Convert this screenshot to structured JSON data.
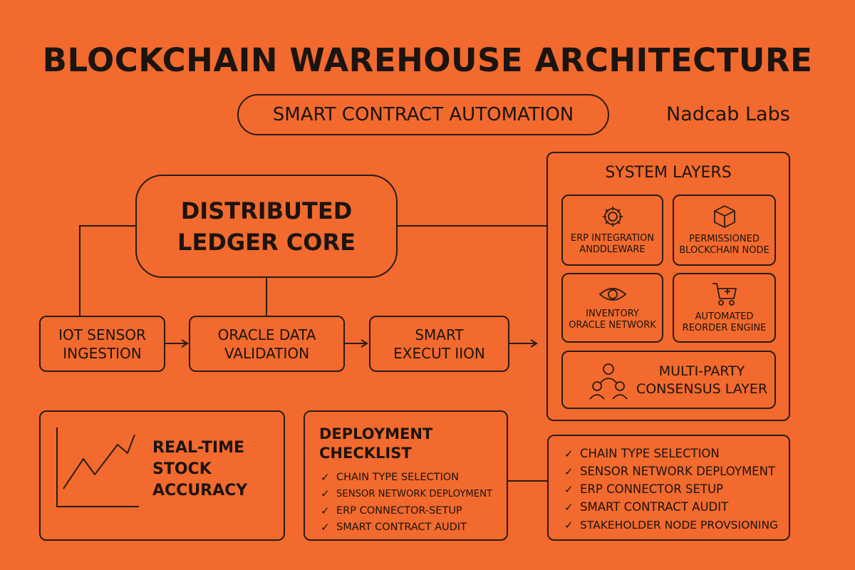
{
  "title": "BLOCKCHAIN WAREHOUSE ARCHITECTURE",
  "subtitle": "SMART CONTRACT AUTOMATION",
  "brand": "Nadcab Labs",
  "core": {
    "line1": "DISTRIBUTED",
    "line2": "LEDGER CORE"
  },
  "flow": [
    {
      "line1": "IOT SENSOR",
      "line2": "INGESTION"
    },
    {
      "line1": "ORACLE DATA",
      "line2": "VALIDATION"
    },
    {
      "line1": "SMART",
      "line2": "EXECUT IION"
    }
  ],
  "system_layers": {
    "title": "SYSTEM LAYERS",
    "cards": [
      {
        "icon": "gear-icon",
        "line1": "ERP INTEGRATION",
        "line2": "ANDDLEWARE"
      },
      {
        "icon": "cube-icon",
        "line1": "PERMISSIONED",
        "line2": "BLOCKCHAIN NODE"
      },
      {
        "icon": "eye-icon",
        "line1": "INVENTORY",
        "line2": "ORACLE NETWORK"
      },
      {
        "icon": "cart-icon",
        "line1": "AUTOMATED",
        "line2": "REORDER ENGINE"
      }
    ],
    "multi": {
      "icon": "people-icon",
      "line1": "MULTI-PARTY",
      "line2": "CONSENSUS LAYER"
    }
  },
  "stock": {
    "line1": "REAL-TIME",
    "line2": "STOCK",
    "line3": "ACCURACY"
  },
  "checklist": {
    "title_line1": "DEPLOYMENT",
    "title_line2": "CHECKLIST",
    "items": [
      "CHAIN TYPE SELECTION",
      "SENSOR NETWORK DEPLOYMENT",
      "ERP CONNECTOR-SETUP",
      "SMART CONTRACT AUDIT"
    ]
  },
  "checklist2": {
    "items": [
      "CHAIN TYPE SELECTION",
      "SENSOR NETWORK DEPLOYMENT",
      "ERP CONNECTOR SETUP",
      "SMART CONTRACT AUDIT",
      "STAKEHOLDER NODE PROVSIONING"
    ]
  },
  "check_glyph": "✓",
  "colors": {
    "background": "#f26a2e",
    "ink": "#2a1c14"
  }
}
